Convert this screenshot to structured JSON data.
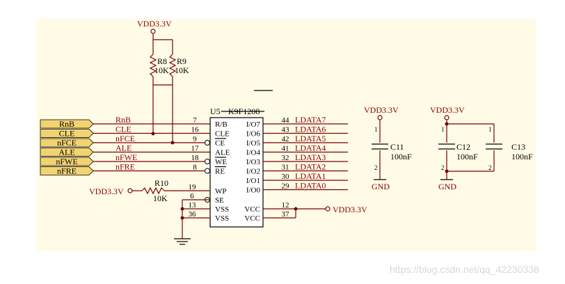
{
  "colors": {
    "background": "#ffffff",
    "sheet": "#fffbe6",
    "wire": "#7a0000",
    "port_fill": "#f2d372",
    "label_red": "#8b0000"
  },
  "power": {
    "vdd": "VDD3.3V",
    "gnd": "GND"
  },
  "resistors": {
    "r8": {
      "ref": "R8",
      "value": "10K"
    },
    "r9": {
      "ref": "R9",
      "value": "10K"
    },
    "r10": {
      "ref": "R10",
      "value": "10K"
    }
  },
  "chip": {
    "ref": "U5",
    "part": "K9F1208",
    "left_pins": [
      {
        "num": "7",
        "name": "R/B",
        "net": "RnB",
        "port": "RnB"
      },
      {
        "num": "16",
        "name": "CLE",
        "net": "CLE",
        "port": "CLE"
      },
      {
        "num": "9",
        "name": "CE",
        "net": "nFCE",
        "port": "nFCE"
      },
      {
        "num": "17",
        "name": "ALE",
        "net": "ALE",
        "port": "ALE"
      },
      {
        "num": "18",
        "name": "WE",
        "net": "nFWE",
        "port": "nFWE"
      },
      {
        "num": "8",
        "name": "RE",
        "net": "nFRE",
        "port": "nFRE"
      }
    ],
    "lower_left_pins": [
      {
        "num": "19",
        "name": "WP"
      },
      {
        "num": "6",
        "name": "SE"
      },
      {
        "num": "13",
        "name": "VSS"
      },
      {
        "num": "36",
        "name": "VSS"
      }
    ],
    "right_pins": [
      {
        "num": "44",
        "name": "I/O7",
        "net": "LDATA7"
      },
      {
        "num": "43",
        "name": "I/O6",
        "net": "LDATA6"
      },
      {
        "num": "42",
        "name": "I/O5",
        "net": "LDATA5"
      },
      {
        "num": "41",
        "name": "I/O4",
        "net": "LDATA4"
      },
      {
        "num": "32",
        "name": "I/O3",
        "net": "LDATA3"
      },
      {
        "num": "31",
        "name": "I/O2",
        "net": "LDATA2"
      },
      {
        "num": "30",
        "name": "I/O1",
        "net": "LDATA1"
      },
      {
        "num": "29",
        "name": "I/O0",
        "net": "LDATA0"
      }
    ],
    "vcc_pins": [
      {
        "num": "12",
        "name": "VCC"
      },
      {
        "num": "37",
        "name": "VCC"
      }
    ]
  },
  "capacitors": {
    "c11": {
      "ref": "C11",
      "value": "100nF"
    },
    "c12": {
      "ref": "C12",
      "value": "100nF"
    },
    "c13": {
      "ref": "C13",
      "value": "100nF"
    }
  },
  "cap_pin_numbers": {
    "top": "1",
    "bottom": "2"
  },
  "watermark": "https://blog.csdn.net/qq_42230338"
}
